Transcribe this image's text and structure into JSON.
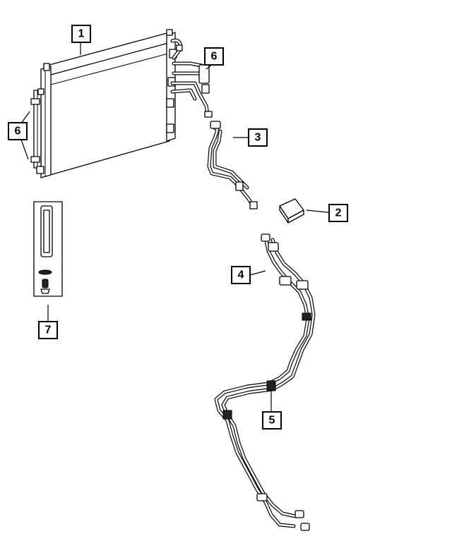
{
  "callouts": [
    {
      "id": "c1",
      "label": "1"
    },
    {
      "id": "c2",
      "label": "2"
    },
    {
      "id": "c3",
      "label": "3"
    },
    {
      "id": "c4",
      "label": "4"
    },
    {
      "id": "c5",
      "label": "5"
    },
    {
      "id": "c6a",
      "label": "6"
    },
    {
      "id": "c6b",
      "label": "6"
    },
    {
      "id": "c7",
      "label": "7"
    }
  ],
  "colors": {
    "line": "#000000",
    "background": "#ffffff"
  }
}
